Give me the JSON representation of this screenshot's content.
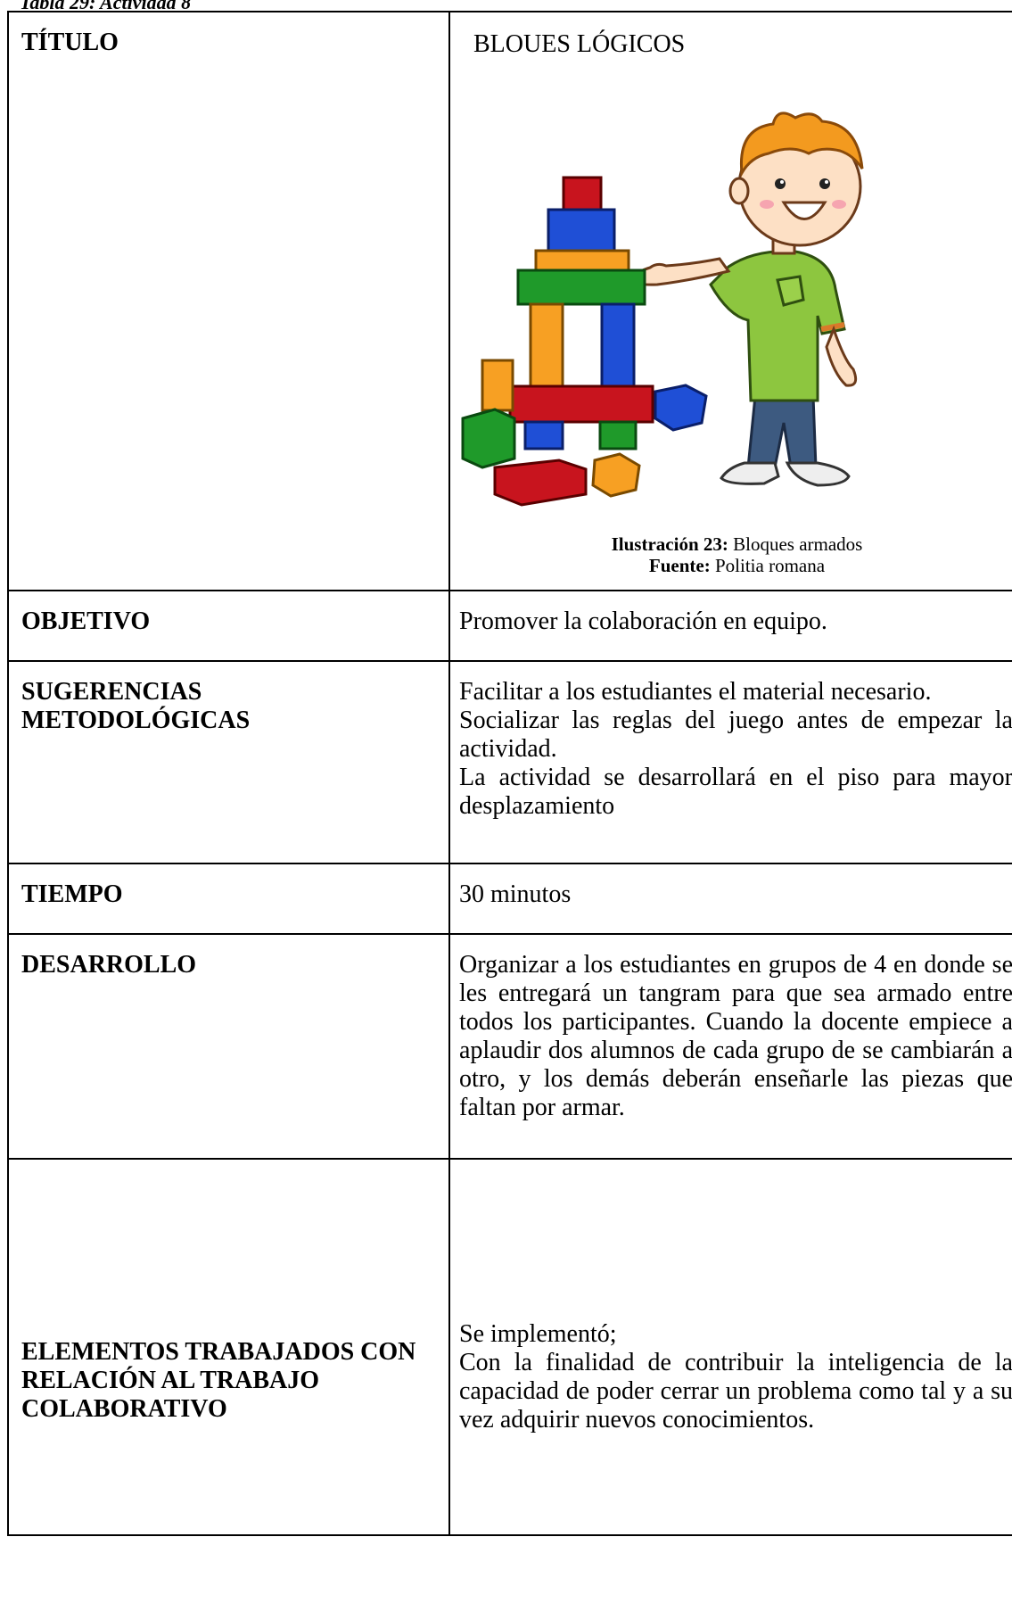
{
  "caption_top": "Tabla 29: Actividad 8",
  "rows": {
    "titulo": {
      "label": "TÍTULO",
      "value": "BLOUES LÓGICOS",
      "figure": {
        "caption_bold": "Ilustración 23:",
        "caption_text": " Bloques armados",
        "source_bold": "Fuente:",
        "source_text": " Politia romana"
      }
    },
    "objetivo": {
      "label": "OBJETIVO",
      "value": "Promover la colaboración en equipo."
    },
    "sugerencias": {
      "label": "SUGERENCIAS METODOLÓGICAS",
      "value": "Facilitar a los estudiantes el material necesario.\nSocializar las reglas del juego antes de empezar la actividad.\nLa actividad se desarrollará en el piso para mayor desplazamiento"
    },
    "tiempo": {
      "label": "TIEMPO",
      "value": "30 minutos"
    },
    "desarrollo": {
      "label": "DESARROLLO",
      "value": "Organizar a los estudiantes en grupos de 4 en donde se les entregará un tangram para que sea armado entre todos los participantes. Cuando la docente empiece a aplaudir dos alumnos de cada grupo de se cambiarán a otro, y los demás deberán enseñarle las piezas que faltan por armar."
    },
    "elementos": {
      "label": "ELEMENTOS TRABAJADOS CON RELACIÓN AL TRABAJO COLABORATIVO",
      "value": "Se implementó;\nCon la finalidad de contribuir la inteligencia de la capacidad de poder cerrar un problema como tal y a su vez adquirir nuevos conocimientos."
    }
  },
  "colors": {
    "block_red": "#c8141e",
    "block_blue": "#1f4fd6",
    "block_orange": "#f7a023",
    "block_green": "#1f9a2a",
    "shirt_green": "#8dc63f",
    "hair_orange": "#f39a1f",
    "jeans_blue": "#3d5a80"
  }
}
